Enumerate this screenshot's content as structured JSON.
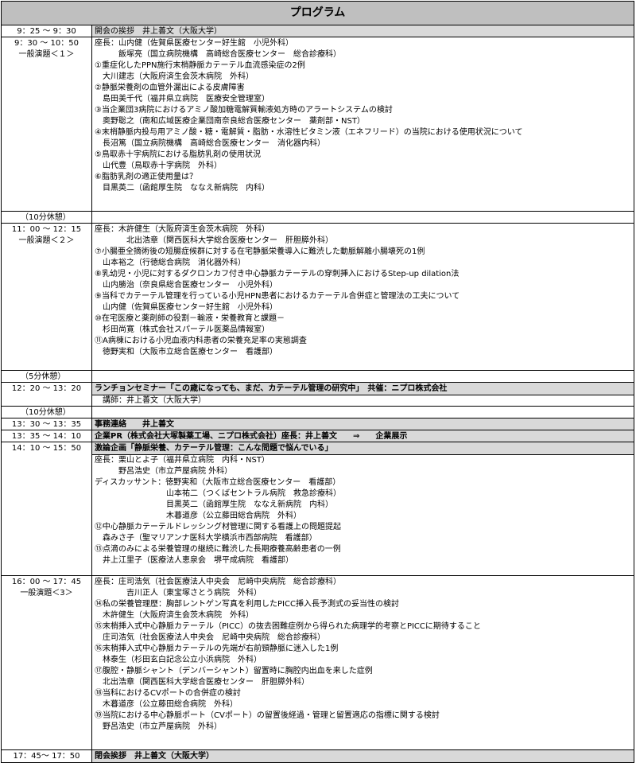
{
  "title": "プログラム",
  "rows": [
    {
      "id": "open",
      "h": 15,
      "time": [
        "9：25 ～ 9：30"
      ],
      "gray": true,
      "bold": false,
      "lines": [
        "開会の挨拶　井上善文（大阪大学）"
      ]
    },
    {
      "id": "s1",
      "h": 219,
      "time": [
        "9：30 ～ 10：50",
        "一般演題＜１＞"
      ],
      "gray": false,
      "bold": false,
      "lines": [
        "座長：山内健（佐賀県医療センター好生館　小児外科）",
        "　　　飯塚亮（国立病院機構　高崎総合医療センター　総合診療科）",
        "①重症化したPPN施行末梢静脈カテーテル血流感染症の2例",
        "　大川建志（大阪府済生会茨木病院　外科）",
        "②静脈栄養剤の血管外漏出による皮膚障害",
        "　島田美千代（福井県立病院　医療安全管理室）",
        "③当企業団3病院におけるアミノ酸加糖電解質輸液処方時のアラートシステムの検討",
        "　奥野聡之（南和広域医療企業団南奈良総合医療センター　薬剤部・NST）",
        "④末梢静脈内投与用アミノ酸・糖・電解質・脂肪・水溶性ビタミン液（エネフリード）の当院における使用状況について",
        "　長沼篤（国立病院機構　高崎総合医療センター　消化器内科）",
        "⑤鳥取赤十字病院における脂肪乳剤の使用状況",
        "　山代豊（鳥取赤十字病院　外科）",
        "⑥脂肪乳剤の適正使用量は？",
        "　目黒英二（函館厚生院　ななえ新病院　内科）"
      ]
    },
    {
      "id": "b1",
      "h": 15,
      "time": [
        "（10分休憩）"
      ],
      "gray": false,
      "bold": false,
      "lines": [
        ""
      ]
    },
    {
      "id": "s2",
      "h": 185,
      "time": [
        "11：00 ～ 12：15",
        "一般演題＜２＞"
      ],
      "gray": false,
      "bold": false,
      "lines": [
        "座長：木許健生（大阪府済生会茨木病院　外科）",
        "　　　　北出浩章（関西医科大学総合医療センター　肝胆膵外科）",
        "⑦小腸亜全摘術後の短腸症候群に対する在宅静脈栄養導入に難渋した動脈解離小腸壊死の1例",
        "　山本裕之（行徳総合病院　消化器外科）",
        "⑧乳幼児・小児に対するダクロンカフ付き中心静脈カテーテルの穿刺挿入におけるStep-up dilation法",
        "　山内勝治（奈良県総合医療センター　小児外科）",
        "⑨当科でカテーテル管理を行っている小児HPN患者におけるカテーテル合併症と管理法の工夫について",
        "　山内健（佐賀県医療センター好生館　小児外科）",
        "⑩在宅医療と薬剤師の役割－輸液・栄養教育と課題－",
        "　杉田尚寛（株式会社スパーテル医薬品情報室）",
        "⑪A病棟における小児血液内科患者の栄養充足率の実態調査",
        "　徳野実和（大阪市立総合医療センター　看護部）"
      ]
    },
    {
      "id": "b2",
      "h": 15,
      "time": [
        "（5分休憩）"
      ],
      "gray": false,
      "bold": false,
      "lines": [
        ""
      ]
    },
    {
      "id": "lunch",
      "h": 30,
      "time": [
        "12：20 ～ 13：20"
      ],
      "gray": false,
      "bold": false,
      "lines": [
        "ランチョンセミナー「この歳になっても、まだ、カテーテル管理の研究中」　共催：ニプロ株式会社",
        "　講師：井上善文（大阪大学）"
      ],
      "gray_first": true
    },
    {
      "id": "b3",
      "h": 15,
      "time": [
        "（10分休憩）"
      ],
      "gray": false,
      "bold": false,
      "lines": [
        ""
      ]
    },
    {
      "id": "notice",
      "h": 15,
      "time": [
        "13：30 ～ 13：35"
      ],
      "gray": true,
      "bold": true,
      "lines": [
        "事務連絡　　井上善文"
      ]
    },
    {
      "id": "pr",
      "h": 15,
      "time": [
        "13：35 ～ 14：10"
      ],
      "gray": true,
      "bold": true,
      "lines": [
        "企業PR（株式会社大塚製薬工場、ニプロ株式会社）座長：井上善文　　⇒　　企業展示"
      ]
    },
    {
      "id": "debate",
      "h": 168,
      "time": [
        "14：10 ～ 15：50"
      ],
      "gray": false,
      "bold": false,
      "lines": [
        "激論企画「静脈栄養、カテーテル管理：こんな問題で悩んでいる」",
        "座長：栗山とよ子（福井県立病院　内科・NST）",
        "　　　野呂浩史（市立芦屋病院 外科）",
        "ディスカッサント：徳野実和（大阪市立総合医療センター　看護部）",
        "　　　　　　　　　山本祐二（つくばセントラル病院　救急診療科）",
        "　　　　　　　　　目黒英二（函館厚生院　ななえ新病院　内科）",
        "　　　　　　　　　木暮道彦（公立藤田総合病院　外科）",
        "⑫中心静脈カテーテルドレッシング材管理に関する看護上の問題提起",
        "　森みさ子（聖マリアンナ医科大学横浜市西部病院　看護部）",
        "⑬点滴のみによる栄養管理の継続に難渋した長期療養高齢患者の一例",
        "　井上江里子（医療法人恵泉会　堺平成病院　看護部）"
      ],
      "gray_first": true
    },
    {
      "id": "s3",
      "h": 219,
      "time": [
        "16：00 ～ 17：45",
        "一般演題＜3＞"
      ],
      "gray": false,
      "bold": false,
      "lines": [
        "座長：庄司浩気（社会医療法人中央会　尼崎中央病院　総合診療科）",
        "　　　　吉川正人（東宝塚さとう病院　外科）",
        "⑭私の栄養管理歴：胸部レントゲン写真を利用したPICC挿入長予測式の妥当性の検討",
        "　木許健生（大阪府済生会茨木病院　外科）",
        "⑮末梢挿入式中心静脈カテーテル（PICC）の抜去困難症例から得られた病理学的考察とPICCに期待すること",
        "　庄司浩気（社会医療法人中央会　尼崎中央病院　総合診療科）",
        "⑯末梢挿入式中心静脈カテーテルの先端が右前頸静脈に迷入した1例",
        "　林泰生（杉田玄白記念公立小浜病院　外科）",
        "⑰腹腔・静脈シャント（デンバーシャント）留置時に胸腔内出血を来した症例",
        "　北出浩章（関西医科大学総合医療センター　肝胆膵外科）",
        "⑱当科におけるCVポートの合併症の検討",
        "　木暮道彦（公立藤田総合病院　外科）",
        "⑲当院における中心静脈ポート（CVポート）の留置後経過・管理と留置適応の指標に関する検討",
        "　野呂浩史（市立芦屋病院　外科）"
      ]
    },
    {
      "id": "close",
      "h": 15,
      "time": [
        "17：45～ 17：50"
      ],
      "gray": true,
      "bold": true,
      "lines": [
        "閉会挨拶　井上善文（大阪大学）"
      ]
    }
  ]
}
